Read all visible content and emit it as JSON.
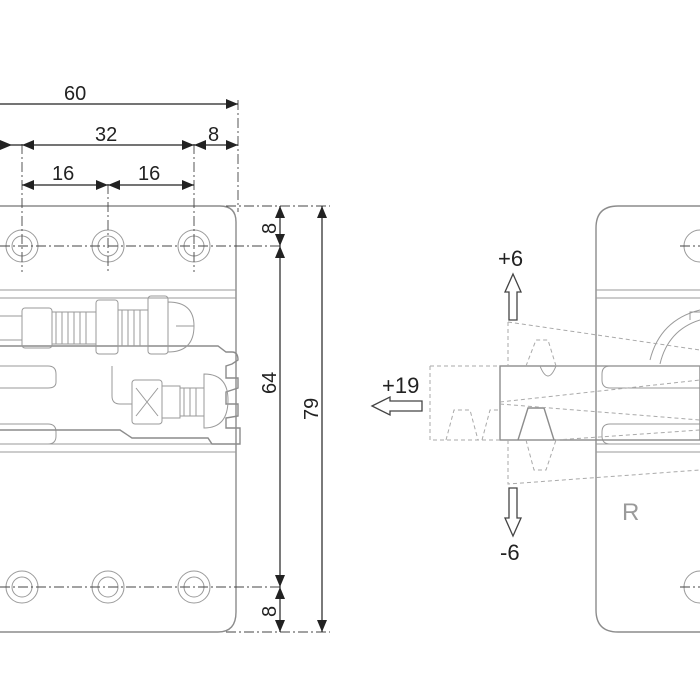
{
  "dimensions": {
    "total_width": "60",
    "span_32": "32",
    "offset_8_top": "8",
    "pitch_a": "16",
    "pitch_b": "16",
    "edge_top": "8",
    "center_64": "64",
    "height_79": "79",
    "edge_bottom": "8"
  },
  "adjustment": {
    "up": "+6",
    "down": "-6",
    "depth": "+19"
  },
  "marking": {
    "side": "R"
  }
}
